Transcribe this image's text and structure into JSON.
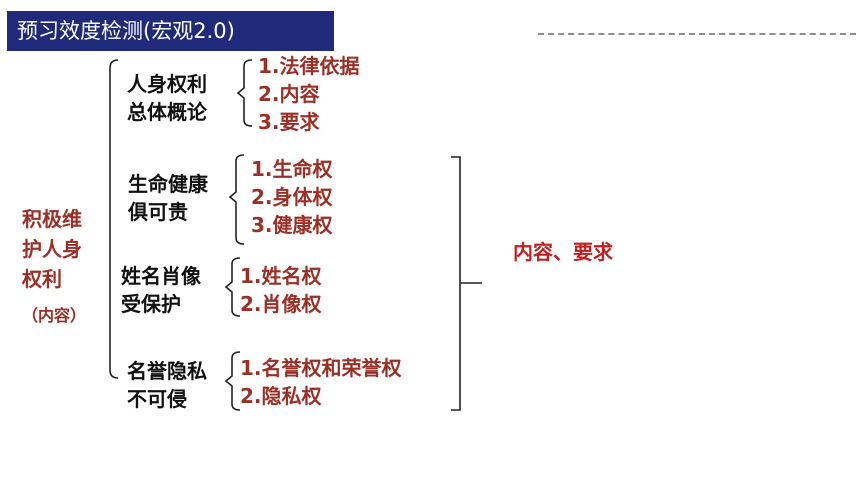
{
  "header": {
    "title": "预习效度检测(宏观2.0)"
  },
  "root": {
    "lines": [
      "积极维",
      "护人身",
      "权利"
    ],
    "sub": "（内容）"
  },
  "groups": [
    {
      "label_lines": [
        "人身权利",
        "总体概论"
      ],
      "items": [
        "1.法律依据",
        "2.内容",
        "3.要求"
      ]
    },
    {
      "label_lines": [
        "生命健康",
        "俱可贵"
      ],
      "items": [
        "1.生命权",
        "2.身体权",
        "3.健康权"
      ]
    },
    {
      "label_lines": [
        "姓名肖像",
        "受保护"
      ],
      "items": [
        "1.姓名权",
        "2.肖像权"
      ]
    },
    {
      "label_lines": [
        "名誉隐私",
        "不可侵"
      ],
      "items": [
        "1.名誉权和荣誉权",
        "2.隐私权"
      ]
    }
  ],
  "summary_note": "内容、要求",
  "colors": {
    "title_bg": "#1f2a7a",
    "title_text": "#ffffff",
    "item_text": "#9c2f25",
    "note_text": "#c41e1e",
    "label_text": "#111111"
  }
}
